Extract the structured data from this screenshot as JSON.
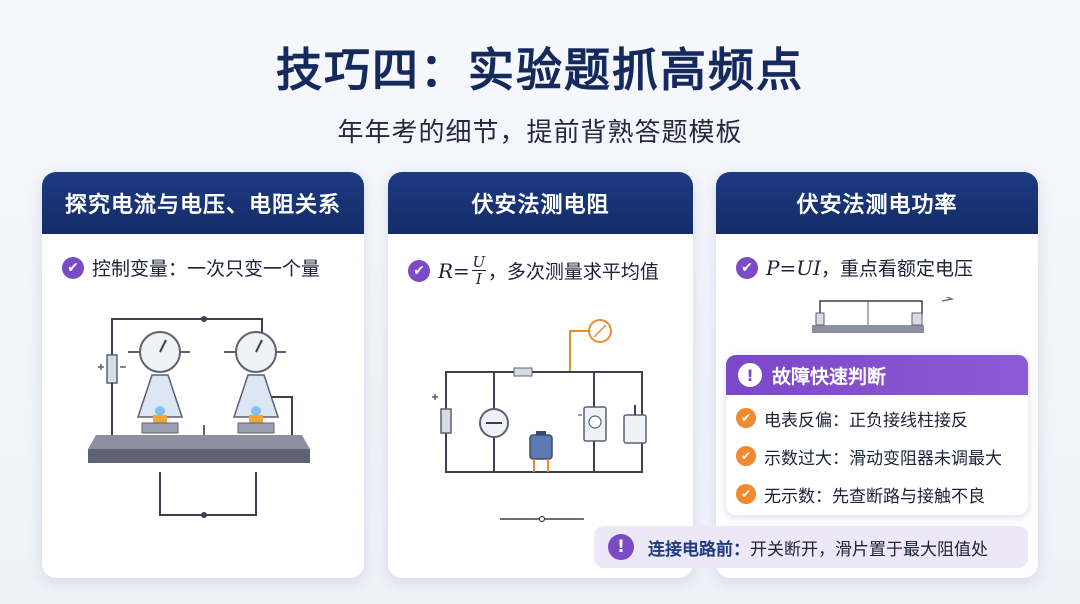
{
  "title": "技巧四：实验题抓高频点",
  "subtitle": "年年考的细节，提前背熟答题模板",
  "cards": [
    {
      "header": "探究电流与电压、电阻关系",
      "point": "控制变量：一次只变一个量"
    },
    {
      "header": "伏安法测电阻",
      "formula_lhs": "R=",
      "formula_num": "U",
      "formula_den": "I",
      "point_text": "，多次测量求平均值"
    },
    {
      "header": "伏安法测电功率",
      "formula": "P=UI",
      "point_text": "，重点看额定电压"
    }
  ],
  "fault": {
    "title": "故障快速判断",
    "items": [
      "电表反偏：正负接线柱接反",
      "示数过大：滑动变阻器未调最大",
      "无示数：先查断路与接触不良"
    ]
  },
  "note": {
    "label": "连接电路前：",
    "text": "开关断开，滑片置于最大阻值处"
  },
  "colors": {
    "header_navy": "#1d3a82",
    "accent_purple": "#7b4bc4",
    "accent_orange": "#ef8a2e"
  }
}
